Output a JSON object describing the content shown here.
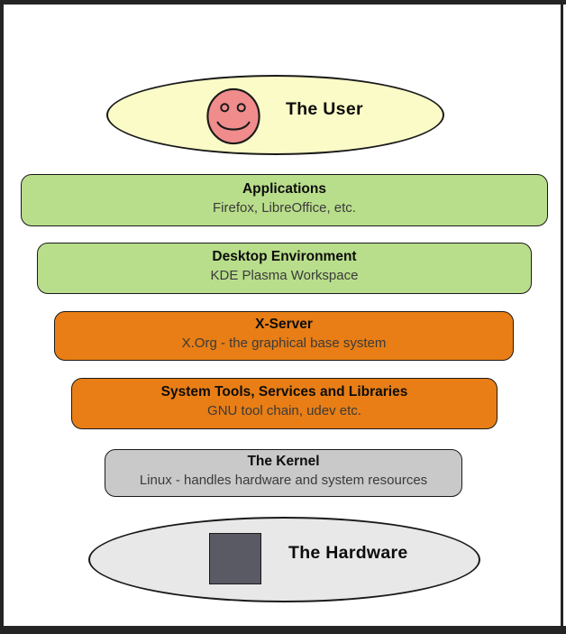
{
  "user_ellipse": {
    "label": "The User",
    "fill": "#fbfbc8",
    "icon": "smiley-face",
    "face_color": "#f08c8c"
  },
  "layers": [
    {
      "id": "applications",
      "title": "Applications",
      "subtitle": "Firefox, LibreOffice, etc.",
      "color": "#b9de8b"
    },
    {
      "id": "desktop-environment",
      "title": "Desktop Environment",
      "subtitle": "KDE Plasma Workspace",
      "color": "#b9de8b"
    },
    {
      "id": "x-server",
      "title": "X-Server",
      "subtitle": "X.Org  - the graphical base system",
      "color": "#e87e15"
    },
    {
      "id": "system-tools",
      "title": "System Tools, Services and Libraries",
      "subtitle": "GNU tool chain,  udev etc.",
      "color": "#e87e15"
    },
    {
      "id": "kernel",
      "title": "The Kernel",
      "subtitle": "Linux - handles hardware and system resources",
      "color": "#c9c9c9"
    }
  ],
  "hardware_ellipse": {
    "label": "The Hardware",
    "fill": "#e8e8e8",
    "icon": "chip-square",
    "chip_color": "#5a5a64"
  },
  "frame": {
    "page_background": "#ffffff",
    "border_color": "#242424"
  }
}
